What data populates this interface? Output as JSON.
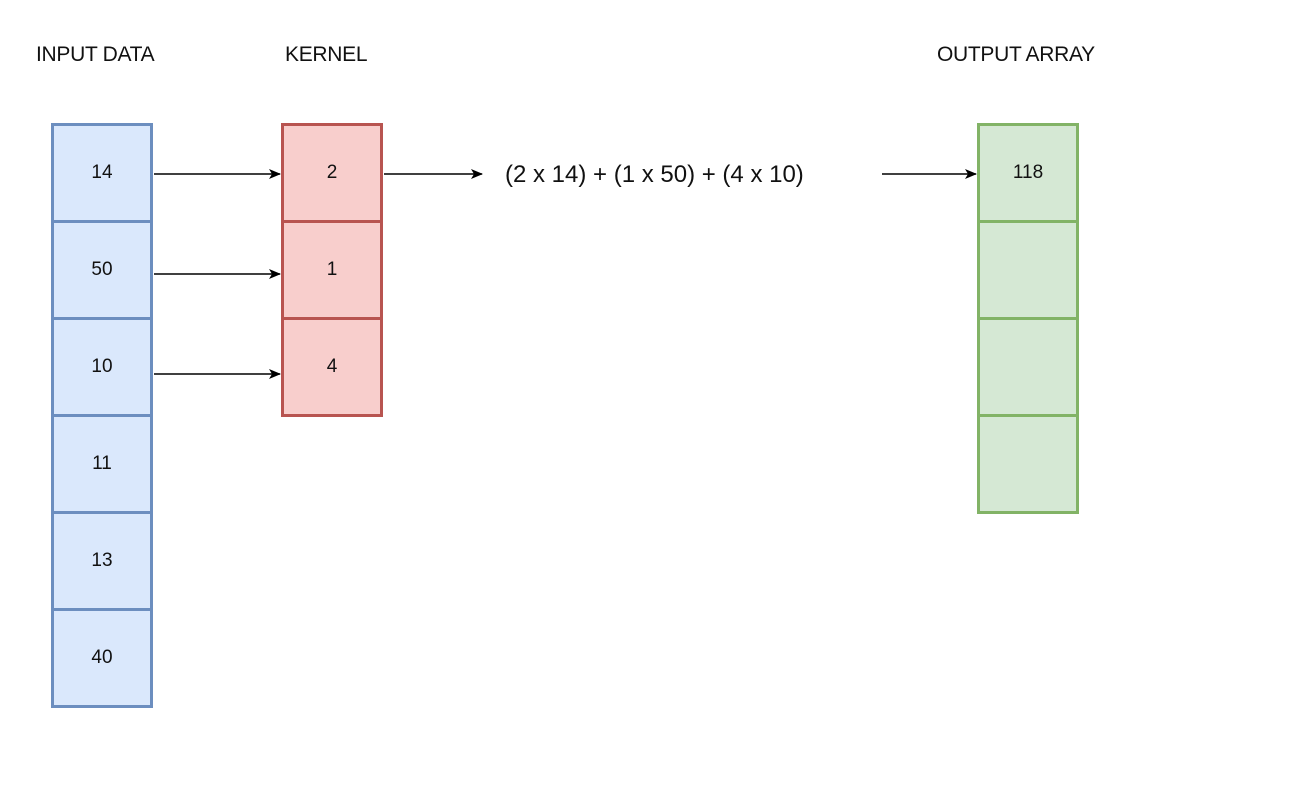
{
  "headings": {
    "input": "INPUT DATA",
    "kernel": "KERNEL",
    "output": "OUTPUT ARRAY"
  },
  "input_data": [
    "14",
    "50",
    "10",
    "11",
    "13",
    "40"
  ],
  "kernel": [
    "2",
    "1",
    "4"
  ],
  "equation": "(2 x 14) + (1 x 50) + (4 x 10)",
  "output_array": [
    "118",
    "",
    "",
    ""
  ],
  "colors": {
    "input_fill": "#dae8fc",
    "input_stroke": "#6c8ebf",
    "kernel_fill": "#f8cecc",
    "kernel_stroke": "#b85450",
    "output_fill": "#d5e8d4",
    "output_stroke": "#82b366"
  }
}
